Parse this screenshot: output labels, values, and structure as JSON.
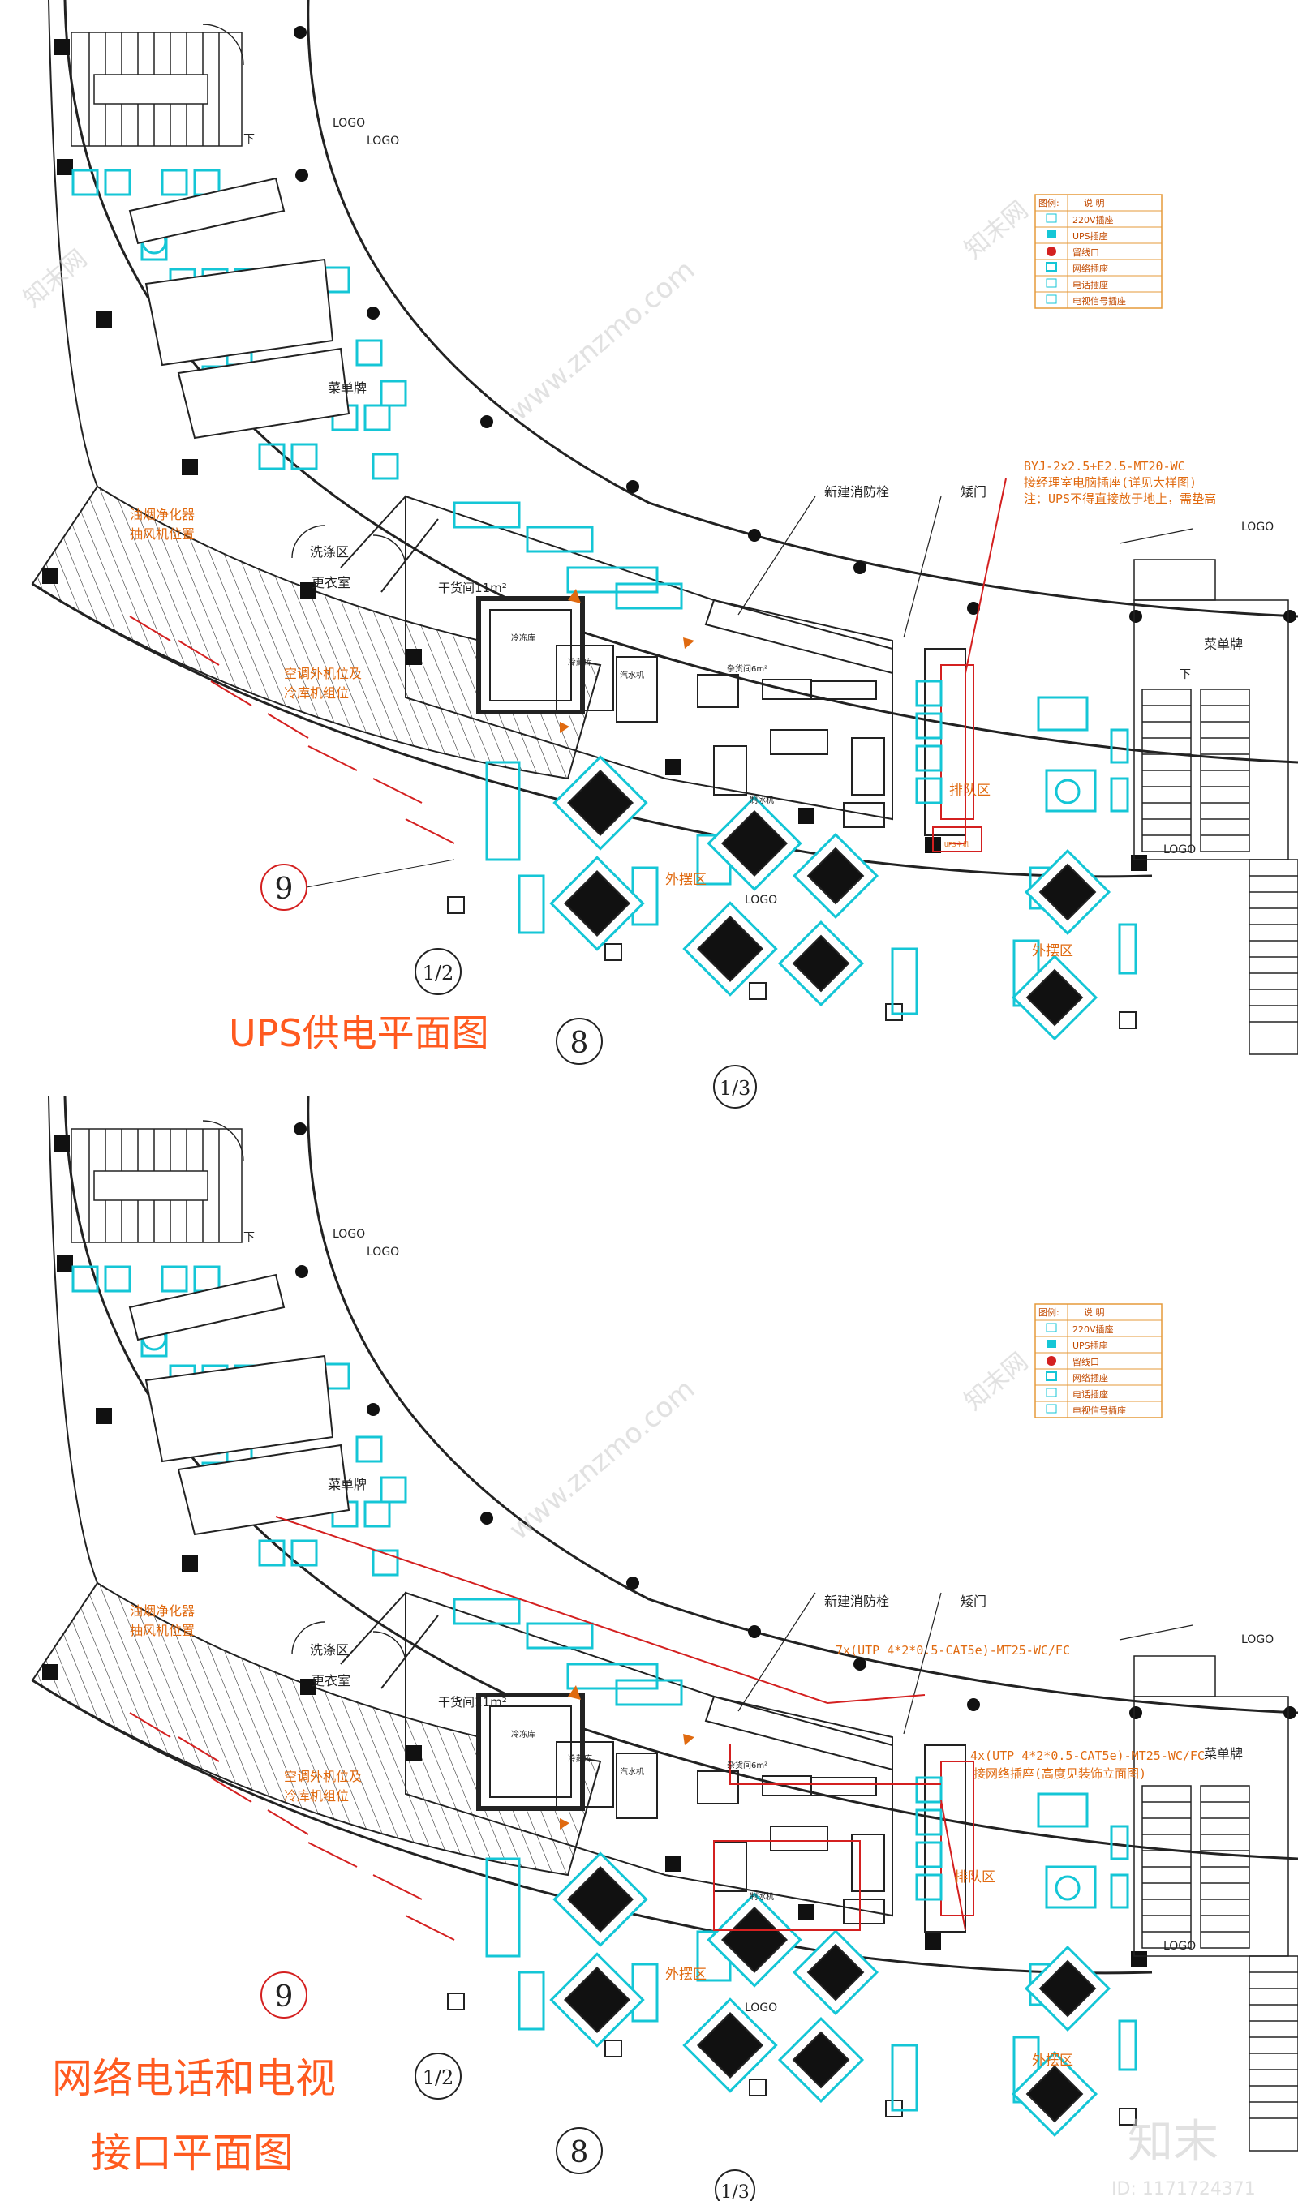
{
  "colors": {
    "line": "#222222",
    "furniture": "#14c6d6",
    "orange": "#e06a10",
    "title": "#ff5a1f",
    "red": "#d42020",
    "legend_border": "#e59a3a",
    "legend_text": "#c24a00"
  },
  "plans": [
    {
      "id": "ups",
      "title": "UPS供电平面图",
      "axis_labels": [
        "9",
        "1/2",
        "8",
        "1/3"
      ],
      "labels": {
        "logo_1": "LOGO",
        "logo_2": "LOGO",
        "logo_3": "LOGO",
        "logo_4": "LOGO",
        "logo_5": "LOGO",
        "menu_board_1": "菜单牌",
        "menu_board_2": "菜单牌",
        "fume": "油烟净化器",
        "fan": "抽风机位置",
        "wash": "洗涤区",
        "locker": "更衣室",
        "dry": "干货间11m²",
        "hydrant": "新建消防栓",
        "low_door": "矮门",
        "ac_1": "空调外机位及",
        "ac_2": "冷库机组位",
        "queue": "排队区",
        "outdoor_1": "外摆区",
        "outdoor_2": "外摆区",
        "sundry": "杂货间6m²",
        "down_1": "下",
        "down_2": "下",
        "cold_room": "冷冻库",
        "chill_room": "冷藏库",
        "steam": "汽水机",
        "ice": "制冰机",
        "ups_host": "UPS主机"
      },
      "notes": [
        "BYJ-2x2.5+E2.5-MT20-WC",
        "接经理室电脑插座(详见大样图)",
        "注：UPS不得直接放于地上，需垫高"
      ]
    },
    {
      "id": "net",
      "title_line1": "网络电话和电视",
      "title_line2": "接口平面图",
      "axis_labels": [
        "9",
        "1/2",
        "8",
        "1/3"
      ],
      "labels": {
        "logo_1": "LOGO",
        "logo_2": "LOGO",
        "logo_3": "LOGO",
        "logo_4": "LOGO",
        "logo_5": "LOGO",
        "menu_board_1": "菜单牌",
        "menu_board_2": "菜单牌",
        "fume": "油烟净化器",
        "fan": "抽风机位置",
        "wash": "洗涤区",
        "locker": "更衣室",
        "dry": "干货间11m²",
        "hydrant": "新建消防栓",
        "low_door": "矮门",
        "ac_1": "空调外机位及",
        "ac_2": "冷库机组位",
        "queue": "排队区",
        "outdoor_1": "外摆区",
        "outdoor_2": "外摆区",
        "sundry": "杂货间6m²",
        "down_1": "下",
        "cold_room": "冷冻库",
        "chill_room": "冷藏库",
        "steam": "汽水机",
        "ice": "制冰机"
      },
      "notes": [
        "7x(UTP 4*2*0.5-CAT5e)-MT25-WC/FC",
        "4x(UTP 4*2*0.5-CAT5e)-MT25-WC/FC",
        "接网络插座(高度见装饰立面图)"
      ]
    }
  ],
  "legend": {
    "header": [
      "图例:",
      "说  明"
    ],
    "rows": [
      {
        "icon": "outlet-220v-icon",
        "text": "220V插座"
      },
      {
        "icon": "ups-outlet-icon",
        "text": "UPS插座"
      },
      {
        "icon": "cable-outlet-icon",
        "text": "留线口"
      },
      {
        "icon": "network-outlet-icon",
        "text": "网络插座"
      },
      {
        "icon": "phone-outlet-icon",
        "text": "电话插座"
      },
      {
        "icon": "tv-outlet-icon",
        "text": "电视信号插座"
      }
    ]
  },
  "watermarks": {
    "site": "www.znzmo.com",
    "brand": "知末网",
    "logo": "知末",
    "id": "ID: 1171724371"
  }
}
